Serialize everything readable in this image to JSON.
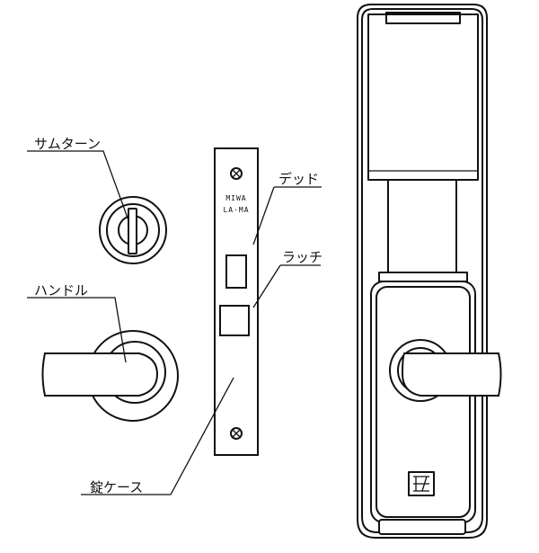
{
  "labels": {
    "thumbturn": "サムターン",
    "handle": "ハンドル",
    "deadbolt": "デッド",
    "latch": "ラッチ",
    "lock_case": "錠ケース"
  },
  "faceplate": {
    "brand": "MIWA",
    "model": "LA·MA"
  }
}
